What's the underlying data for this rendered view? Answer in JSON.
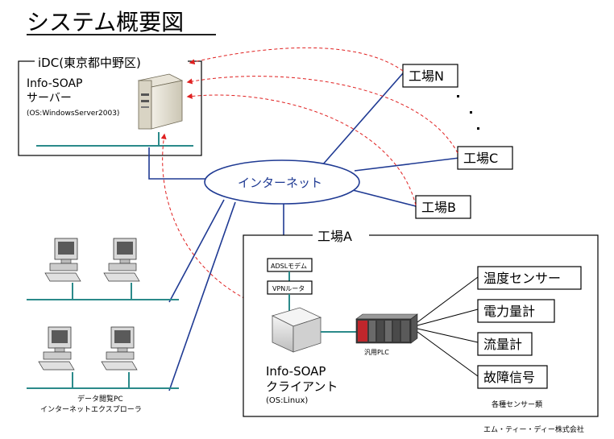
{
  "title": "システム概要図",
  "idc": {
    "label": "iDC(東京都中野区)",
    "server_name_1": "Info-SOAP",
    "server_name_2": "サーバー",
    "server_os": "(OS:WindowsServer2003)"
  },
  "internet_label": "インターネット",
  "factories": {
    "n": "工場N",
    "c": "工場C",
    "b": "工場B",
    "a": "工場A"
  },
  "factory_a": {
    "modem": "ADSLモデム",
    "router": "VPNルータ",
    "client_name_1": "Info-SOAP",
    "client_name_2": "クライアント",
    "client_os": "(OS:Linux)",
    "plc": "汎用PLC",
    "sensors": [
      "温度センサー",
      "電力量計",
      "流量計",
      "故障信号"
    ],
    "sensors_caption": "各種センサー類"
  },
  "pc_caption_1": "データ閲覧PC",
  "pc_caption_2": "インターネットエクスプローラ",
  "footer": "エム・ティー・ディー株式会社",
  "colors": {
    "network_line": "#1f3a93",
    "lan_line": "#2b8a8a",
    "vpn_dash": "#e02020"
  }
}
